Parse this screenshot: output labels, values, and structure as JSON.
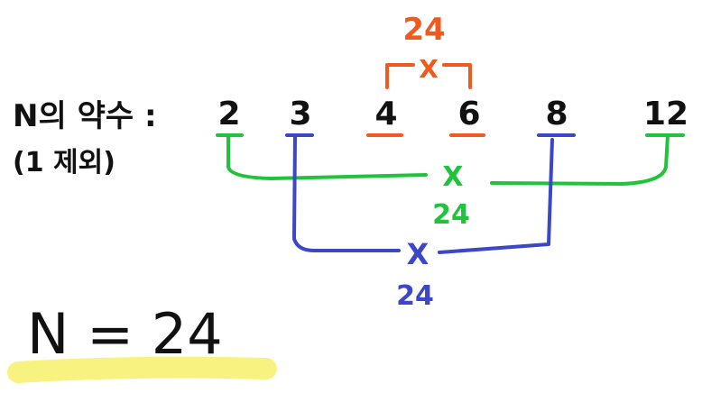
{
  "colors": {
    "ink": "#111111",
    "orange": "#F05A1E",
    "green": "#1FC43A",
    "blue": "#3B46C8",
    "highlight": "#F8F27A"
  },
  "heading": {
    "line1": "N의 약수 :",
    "line2": "(1 제외)"
  },
  "divisors": [
    "2",
    "3",
    "4",
    "6",
    "8",
    "12"
  ],
  "pairs": {
    "orange": {
      "symbol": "X",
      "product": "24"
    },
    "green": {
      "symbol": "X",
      "product": "24"
    },
    "blue": {
      "symbol": "X",
      "product": "24"
    }
  },
  "result": "N = 24"
}
